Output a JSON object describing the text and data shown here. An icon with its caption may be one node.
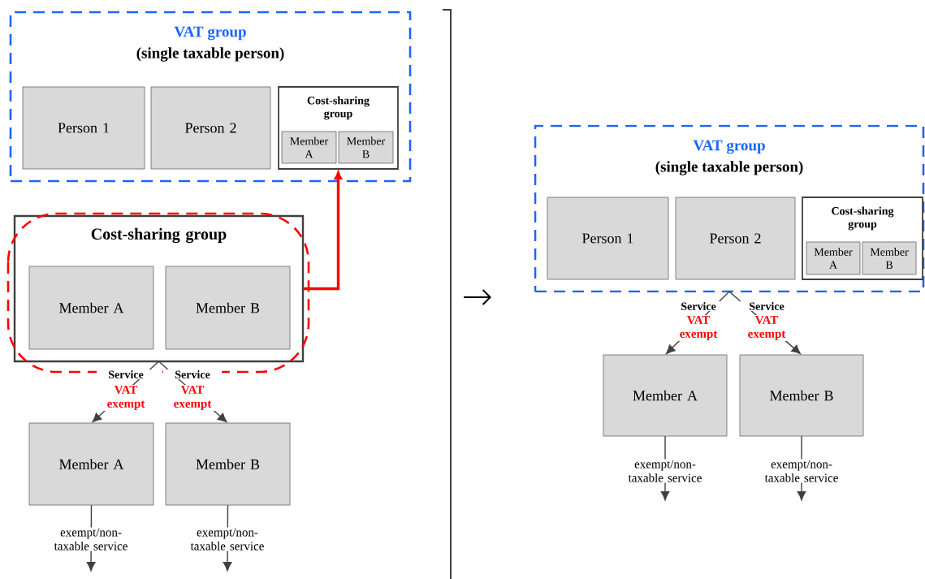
{
  "diagram": {
    "nodes": [
      {
        "text": [
          "VAT group",
          "(single taxable person)"
        ]
      },
      {
        "text": [
          "Person 1"
        ],
        "in": 0
      },
      {
        "text": [
          "Person 2"
        ],
        "in": 0
      },
      {
        "text": [
          "Cost-sharing group"
        ],
        "in": 0
      },
      {
        "text": [
          "Member A"
        ],
        "in": 3
      },
      {
        "text": [
          "Member B"
        ],
        "in": 3
      },
      {
        "text": [
          "Cost-sharing group"
        ]
      },
      {
        "text": [
          "Member A"
        ],
        "in": 6
      },
      {
        "text": [
          "Member B"
        ],
        "in": 6
      },
      {
        "text": [
          "Member A"
        ]
      },
      {
        "text": [
          "Member B"
        ]
      },
      {
        "text": [
          "VAT group",
          "(single taxable person)"
        ]
      },
      {
        "text": [
          "Person 1"
        ],
        "in": 11
      },
      {
        "text": [
          "Person 2"
        ],
        "in": 11
      },
      {
        "text": [
          "Cost-sharing group"
        ],
        "in": 11
      },
      {
        "text": [
          "Member A"
        ],
        "in": 14
      },
      {
        "text": [
          "Member B"
        ],
        "in": 14
      },
      {
        "text": [
          "Member A"
        ]
      },
      {
        "text": [
          "Member B"
        ]
      }
    ],
    "edges": [
      {
        "from": 6,
        "to": 3,
        "arrow": "to",
        "style": "thick",
        "color": "#ff0000"
      },
      {
        "from": 6,
        "to": 9,
        "arrow": "to",
        "label": "Service"
      },
      {
        "from": 6,
        "to": 10,
        "arrow": "to",
        "label": "Service"
      },
      {
        "from": 9,
        "to": null,
        "arrow": "to",
        "label": "exempt/non-taxable service"
      },
      {
        "from": 10,
        "to": null,
        "arrow": "to",
        "label": "exempt/non-taxable service"
      },
      {
        "from": 11,
        "to": 17,
        "arrow": "to",
        "label": "Service"
      },
      {
        "from": 11,
        "to": 18,
        "arrow": "to",
        "label": "Service"
      },
      {
        "from": 17,
        "to": null,
        "arrow": "to",
        "label": "exempt/non-taxable service"
      },
      {
        "from": 18,
        "to": null,
        "arrow": "to",
        "label": "exempt/non-taxable service"
      }
    ],
    "labels": [
      "VAT exempt",
      "VAT exempt",
      "VAT exempt",
      "VAT exempt"
    ]
  }
}
